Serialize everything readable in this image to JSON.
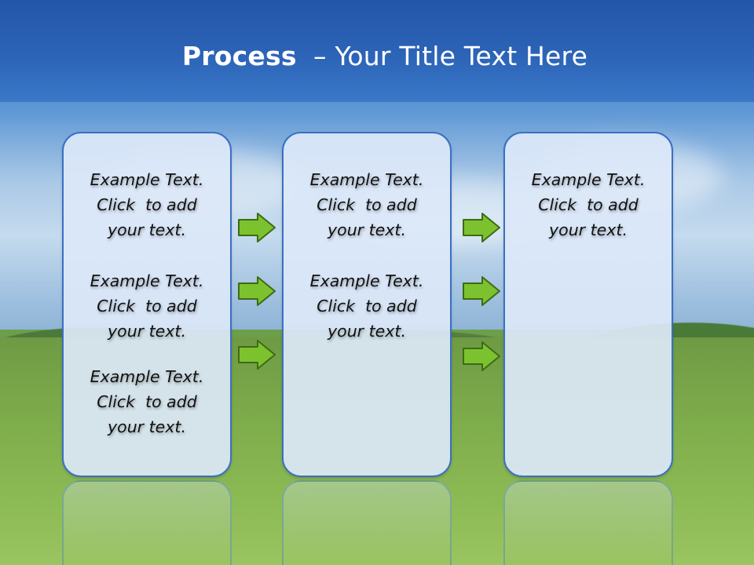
{
  "title": {
    "strong": "Process",
    "rest": "  – Your Title Text Here"
  },
  "panels": [
    {
      "entries": [
        {
          "line1": "Example Text.",
          "line2": "Click  to add",
          "line3": "your text."
        },
        {
          "line1": "Example Text.",
          "line2": "Click  to add",
          "line3": "your text."
        },
        {
          "line1": "Example Text.",
          "line2": "Click  to add",
          "line3": "your text."
        }
      ]
    },
    {
      "entries": [
        {
          "line1": "Example Text.",
          "line2": "Click  to add",
          "line3": "your text."
        },
        {
          "line1": "Example Text.",
          "line2": "Click  to add",
          "line3": "your text."
        }
      ]
    },
    {
      "entries": [
        {
          "line1": "Example Text.",
          "line2": "Click  to add",
          "line3": "your text."
        }
      ]
    }
  ],
  "colors": {
    "banner": "#2356a8",
    "panel_border": "#3a6fc4",
    "arrow_fill": "#7cc22e",
    "arrow_stroke": "#3d6b14"
  },
  "icons": {
    "arrow": "green-right-arrow"
  }
}
